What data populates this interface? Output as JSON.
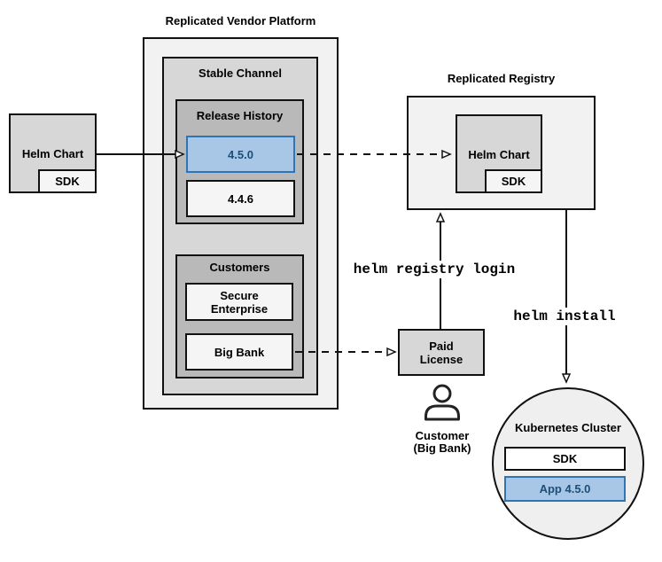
{
  "colors": {
    "highlight_fill": "#a8c7e6",
    "highlight_border": "#2e75b6",
    "highlight_text": "#1b4e79"
  },
  "vendor_platform": {
    "title": "Replicated Vendor Platform",
    "stable_channel": {
      "title": "Stable Channel",
      "release_history": {
        "title": "Release History",
        "releases": [
          {
            "version": "4.5.0",
            "highlighted": true
          },
          {
            "version": "4.4.6",
            "highlighted": false
          }
        ]
      },
      "customers": {
        "title": "Customers",
        "entries": [
          {
            "name": "Secure Enterprise"
          },
          {
            "name": "Big Bank"
          }
        ]
      }
    }
  },
  "source_chart": {
    "label": "Helm Chart",
    "sdk_label": "SDK"
  },
  "registry": {
    "title": "Replicated Registry",
    "chart_label": "Helm Chart",
    "sdk_label": "SDK"
  },
  "paid_license": {
    "label": "Paid License"
  },
  "customer_caption": {
    "label": "Customer (Big Bank)"
  },
  "commands": {
    "registry_login": "helm registry login",
    "install": "helm install"
  },
  "cluster": {
    "title": "Kubernetes Cluster",
    "sdk_label": "SDK",
    "app_label": "App 4.5.0"
  }
}
